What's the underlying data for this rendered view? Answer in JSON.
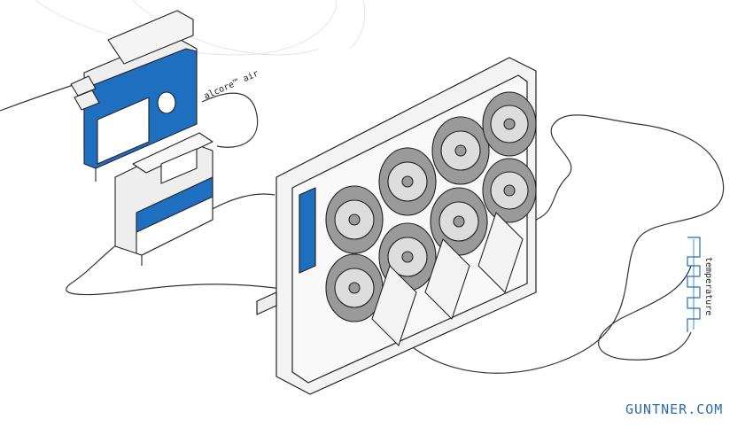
{
  "colors": {
    "accent": "#1f6fc0",
    "line": "#222222",
    "panel": "#eeeeee",
    "fan": "#9a9a9a",
    "link": "#2b6cb0"
  },
  "labels": {
    "controller": "alcore™ air",
    "sensor": "temperature"
  },
  "brand": {
    "url_text": "GUNTNER.COM"
  },
  "fans": {
    "count": 8
  }
}
